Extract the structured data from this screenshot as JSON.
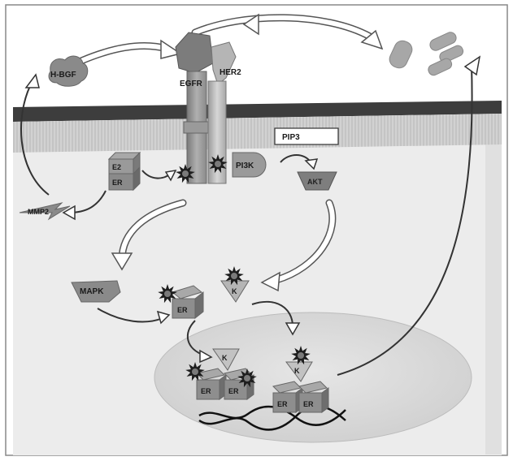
{
  "labels": {
    "hbgf": "H-BGF",
    "egfr": "EGFR",
    "her2": "HER2",
    "pip3": "PIP3",
    "e2": "E2",
    "er_membrane": "ER",
    "pi3k": "PI3K",
    "akt": "AKT",
    "mmp2": "MMP2",
    "mapk": "MAPK",
    "er_cytoplasm": "ER",
    "k_cytoplasm": "K",
    "k_nucleus_left": "K",
    "k_nucleus_right": "K",
    "er_nucleus_1": "ER",
    "er_nucleus_2": "ER",
    "er_nucleus_3": "ER",
    "er_nucleus_4": "ER"
  },
  "colors": {
    "background": "#ffffff",
    "cell_interior": "#efefef",
    "membrane_dark": "#3d3d3d",
    "membrane_hatch": "#c9c9c9",
    "nucleus": "#dcdcdc",
    "protein_dark": "#6e6e6e",
    "protein_mid": "#8f8f8f",
    "protein_light": "#b8b8b8",
    "starburst": "#1e1e1e"
  }
}
